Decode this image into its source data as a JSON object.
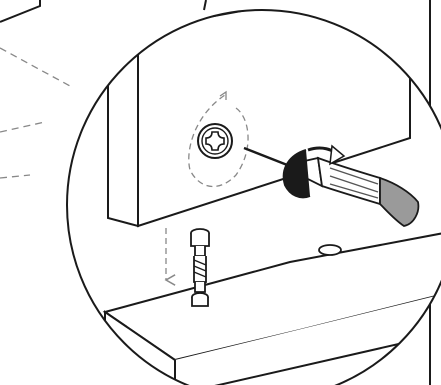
{
  "illustration": {
    "kind": "assembly-instruction",
    "colors": {
      "line": "#1a1a1a",
      "dashed": "#888888",
      "panel_fill": "#ffffff",
      "background": "#ffffff",
      "handle_fill": "#9a9a9a",
      "handle_grip": "#555555"
    },
    "icons": [
      "panel-side",
      "cam-lock",
      "screwdriver",
      "rotation-arrow",
      "dowel",
      "panel-bottom",
      "dowel-hole",
      "magnifier-circle"
    ]
  }
}
